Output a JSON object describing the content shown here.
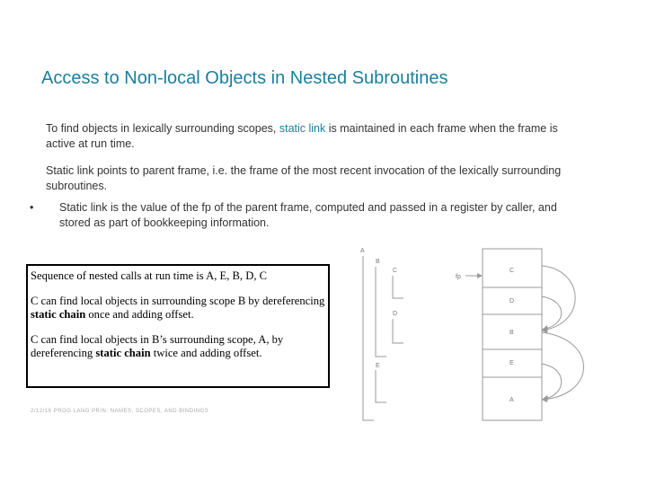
{
  "slide": {
    "title": "Access to Non-local Objects in Nested Subroutines",
    "para1": {
      "before": "To find objects in lexically surrounding scopes, ",
      "highlight": "static link",
      "after": " is maintained in each frame  when the frame is active at run time."
    },
    "para2": "Static link points to parent frame, i.e. the frame of the most recent invocation of the  lexically surrounding subroutines.",
    "bullet": {
      "marker": "•",
      "text": "Static link is the value of the fp of the parent frame, computed and passed in a  register by caller, and stored as part of bookkeeping information."
    },
    "box": {
      "line1": "Sequence of nested calls at run time is A, E, B, D, C",
      "line2_before": "C can find local objects in surrounding scope B by dereferencing ",
      "line2_bold": "static chain",
      "line2_after": " once and adding offset.",
      "line3_before": "C can find local objects in B’s surrounding scope, A, by dereferencing ",
      "line3_bold": "static chain",
      "line3_after": " twice and adding offset."
    },
    "footer": "2/12/16 PROG LANG PRIN: NAMES, SCOPES, AND BINDINGS",
    "diagram": {
      "scope_labels": {
        "a": "A",
        "b": "B",
        "c": "C",
        "d": "D",
        "e": "E"
      },
      "fp_label": "fp",
      "stack_frames": [
        "C",
        "D",
        "B",
        "E",
        "A"
      ]
    },
    "colors": {
      "accent": "#1a7f9c",
      "text": "#333333",
      "diagram": "#777777"
    }
  }
}
